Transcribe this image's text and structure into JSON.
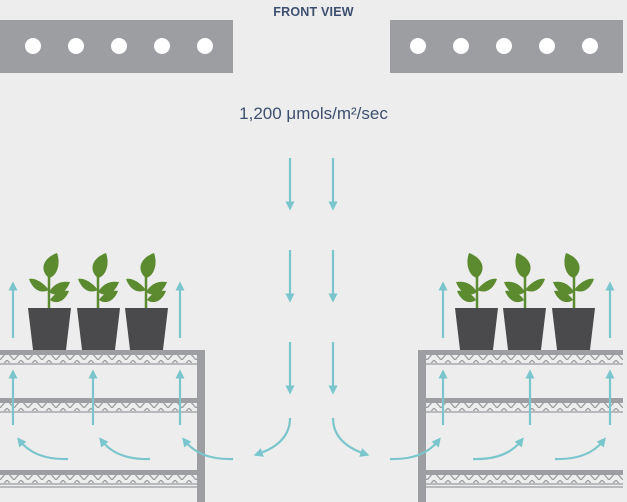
{
  "title": "FRONT VIEW",
  "light_intensity": "1,200 μmols/m²/sec",
  "colors": {
    "background": "#ededed",
    "fixture": "#9d9ea2",
    "lamp": "#ffffff",
    "airflow": "#7ac6cc",
    "pot": "#4a4a4c",
    "leaf": "#5b8a2f",
    "shelf": "#9d9ea2",
    "text": "#3d4f6e"
  },
  "fixtures": [
    {
      "side": "left",
      "lamps": 5
    },
    {
      "side": "right",
      "lamps": 5
    }
  ],
  "racks": [
    {
      "side": "left",
      "pots": 3
    },
    {
      "side": "right",
      "pots": 3
    }
  ]
}
